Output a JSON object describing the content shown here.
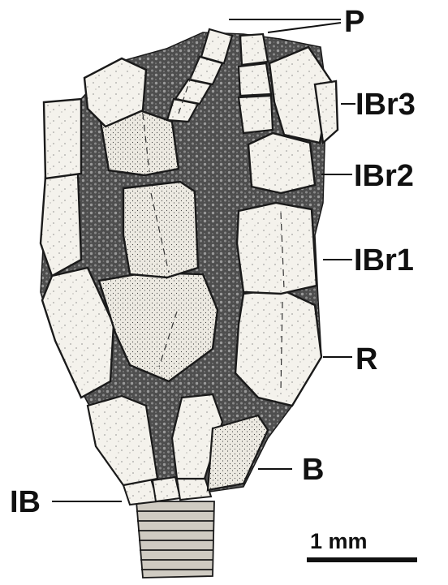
{
  "figure": {
    "labels": {
      "p": "P",
      "ibr3": "IBr3",
      "ibr2": "IBr2",
      "ibr1": "IBr1",
      "r": "R",
      "b": "B",
      "ib": "IB"
    },
    "scale_bar": {
      "label": "1 mm"
    }
  },
  "colors": {
    "plate_fill": "#f4f2ec",
    "matrix_fill": "#4e4e4e",
    "outline": "#1a1a1a",
    "text": "#111111"
  }
}
